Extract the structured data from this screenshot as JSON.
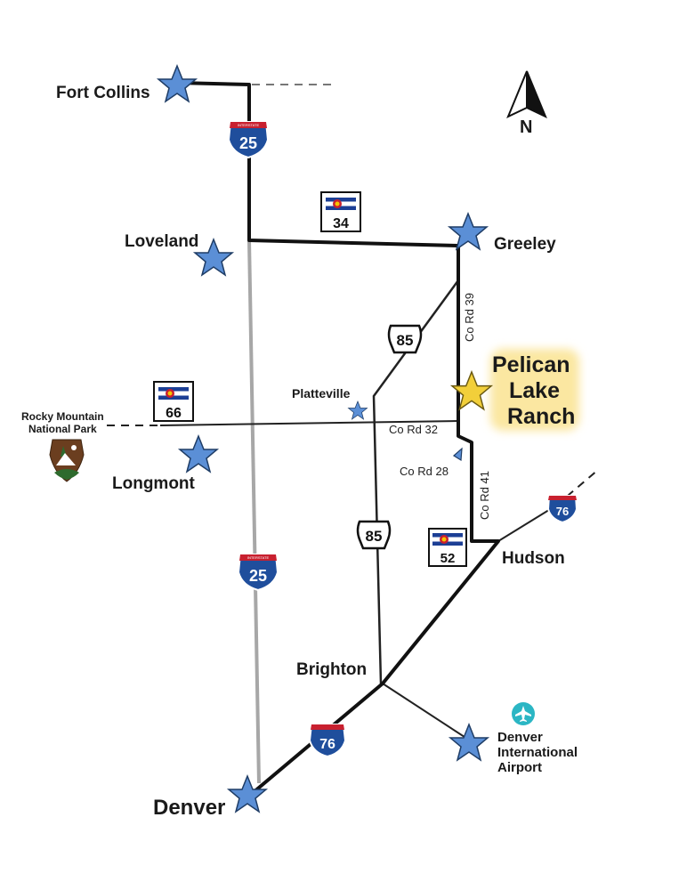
{
  "cities": {
    "fort_collins": "Fort Collins",
    "loveland": "Loveland",
    "greeley": "Greeley",
    "longmont": "Longmont",
    "platteville": "Platteville",
    "hudson": "Hudson",
    "brighton": "Brighton",
    "denver": "Denver"
  },
  "destination": {
    "line1": "Pelican",
    "line2": "Lake",
    "line3": "Ranch",
    "star_color": "#f2cf3a",
    "glow_color": "#fbe7a1"
  },
  "park": {
    "line1": "Rocky Mountain",
    "line2": "National Park"
  },
  "airport": {
    "line1": "Denver",
    "line2": "International",
    "line3": "Airport",
    "icon_color": "#2bb6c4"
  },
  "roads": {
    "co_rd_39": "Co Rd 39",
    "co_rd_32": "Co Rd 32",
    "co_rd_28": "Co Rd 28",
    "co_rd_41": "Co Rd 41"
  },
  "shields": {
    "i25_north": "25",
    "i25_south": "25",
    "i76_east": "76",
    "i76_south": "76",
    "co34": "34",
    "co66": "66",
    "co52": "52",
    "us85_north": "85",
    "us85_south": "85",
    "interstate_top": "INTERSTATE"
  },
  "compass": {
    "label": "N"
  },
  "colors": {
    "star": "#5b8fd6",
    "interstate_blue": "#1f4e9c",
    "interstate_red": "#c8202f",
    "i25_gray": "#a7a7a7"
  }
}
